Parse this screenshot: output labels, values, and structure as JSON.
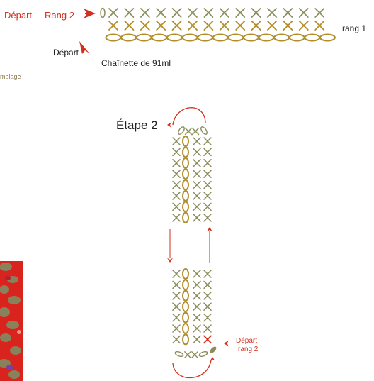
{
  "labels": {
    "depart_top": "Départ",
    "rang2_top": "Rang 2",
    "rang1": "rang 1",
    "depart_left": "Départ",
    "chainette": "Chaînette de 91ml",
    "assemblage_fragment": "mblage",
    "etape2": "Étape 2",
    "depart_right_line1": "Départ",
    "depart_right_line2": "rang 2"
  },
  "colors": {
    "stitch_green": "#8b8c5a",
    "chain_gold": "#b28e2a",
    "arrow_red": "#d2301e",
    "text_dark": "#222222",
    "photo_red": "#d8241c",
    "photo_green": "#7f8c64",
    "photo_purple": "#7b3fa0"
  }
}
